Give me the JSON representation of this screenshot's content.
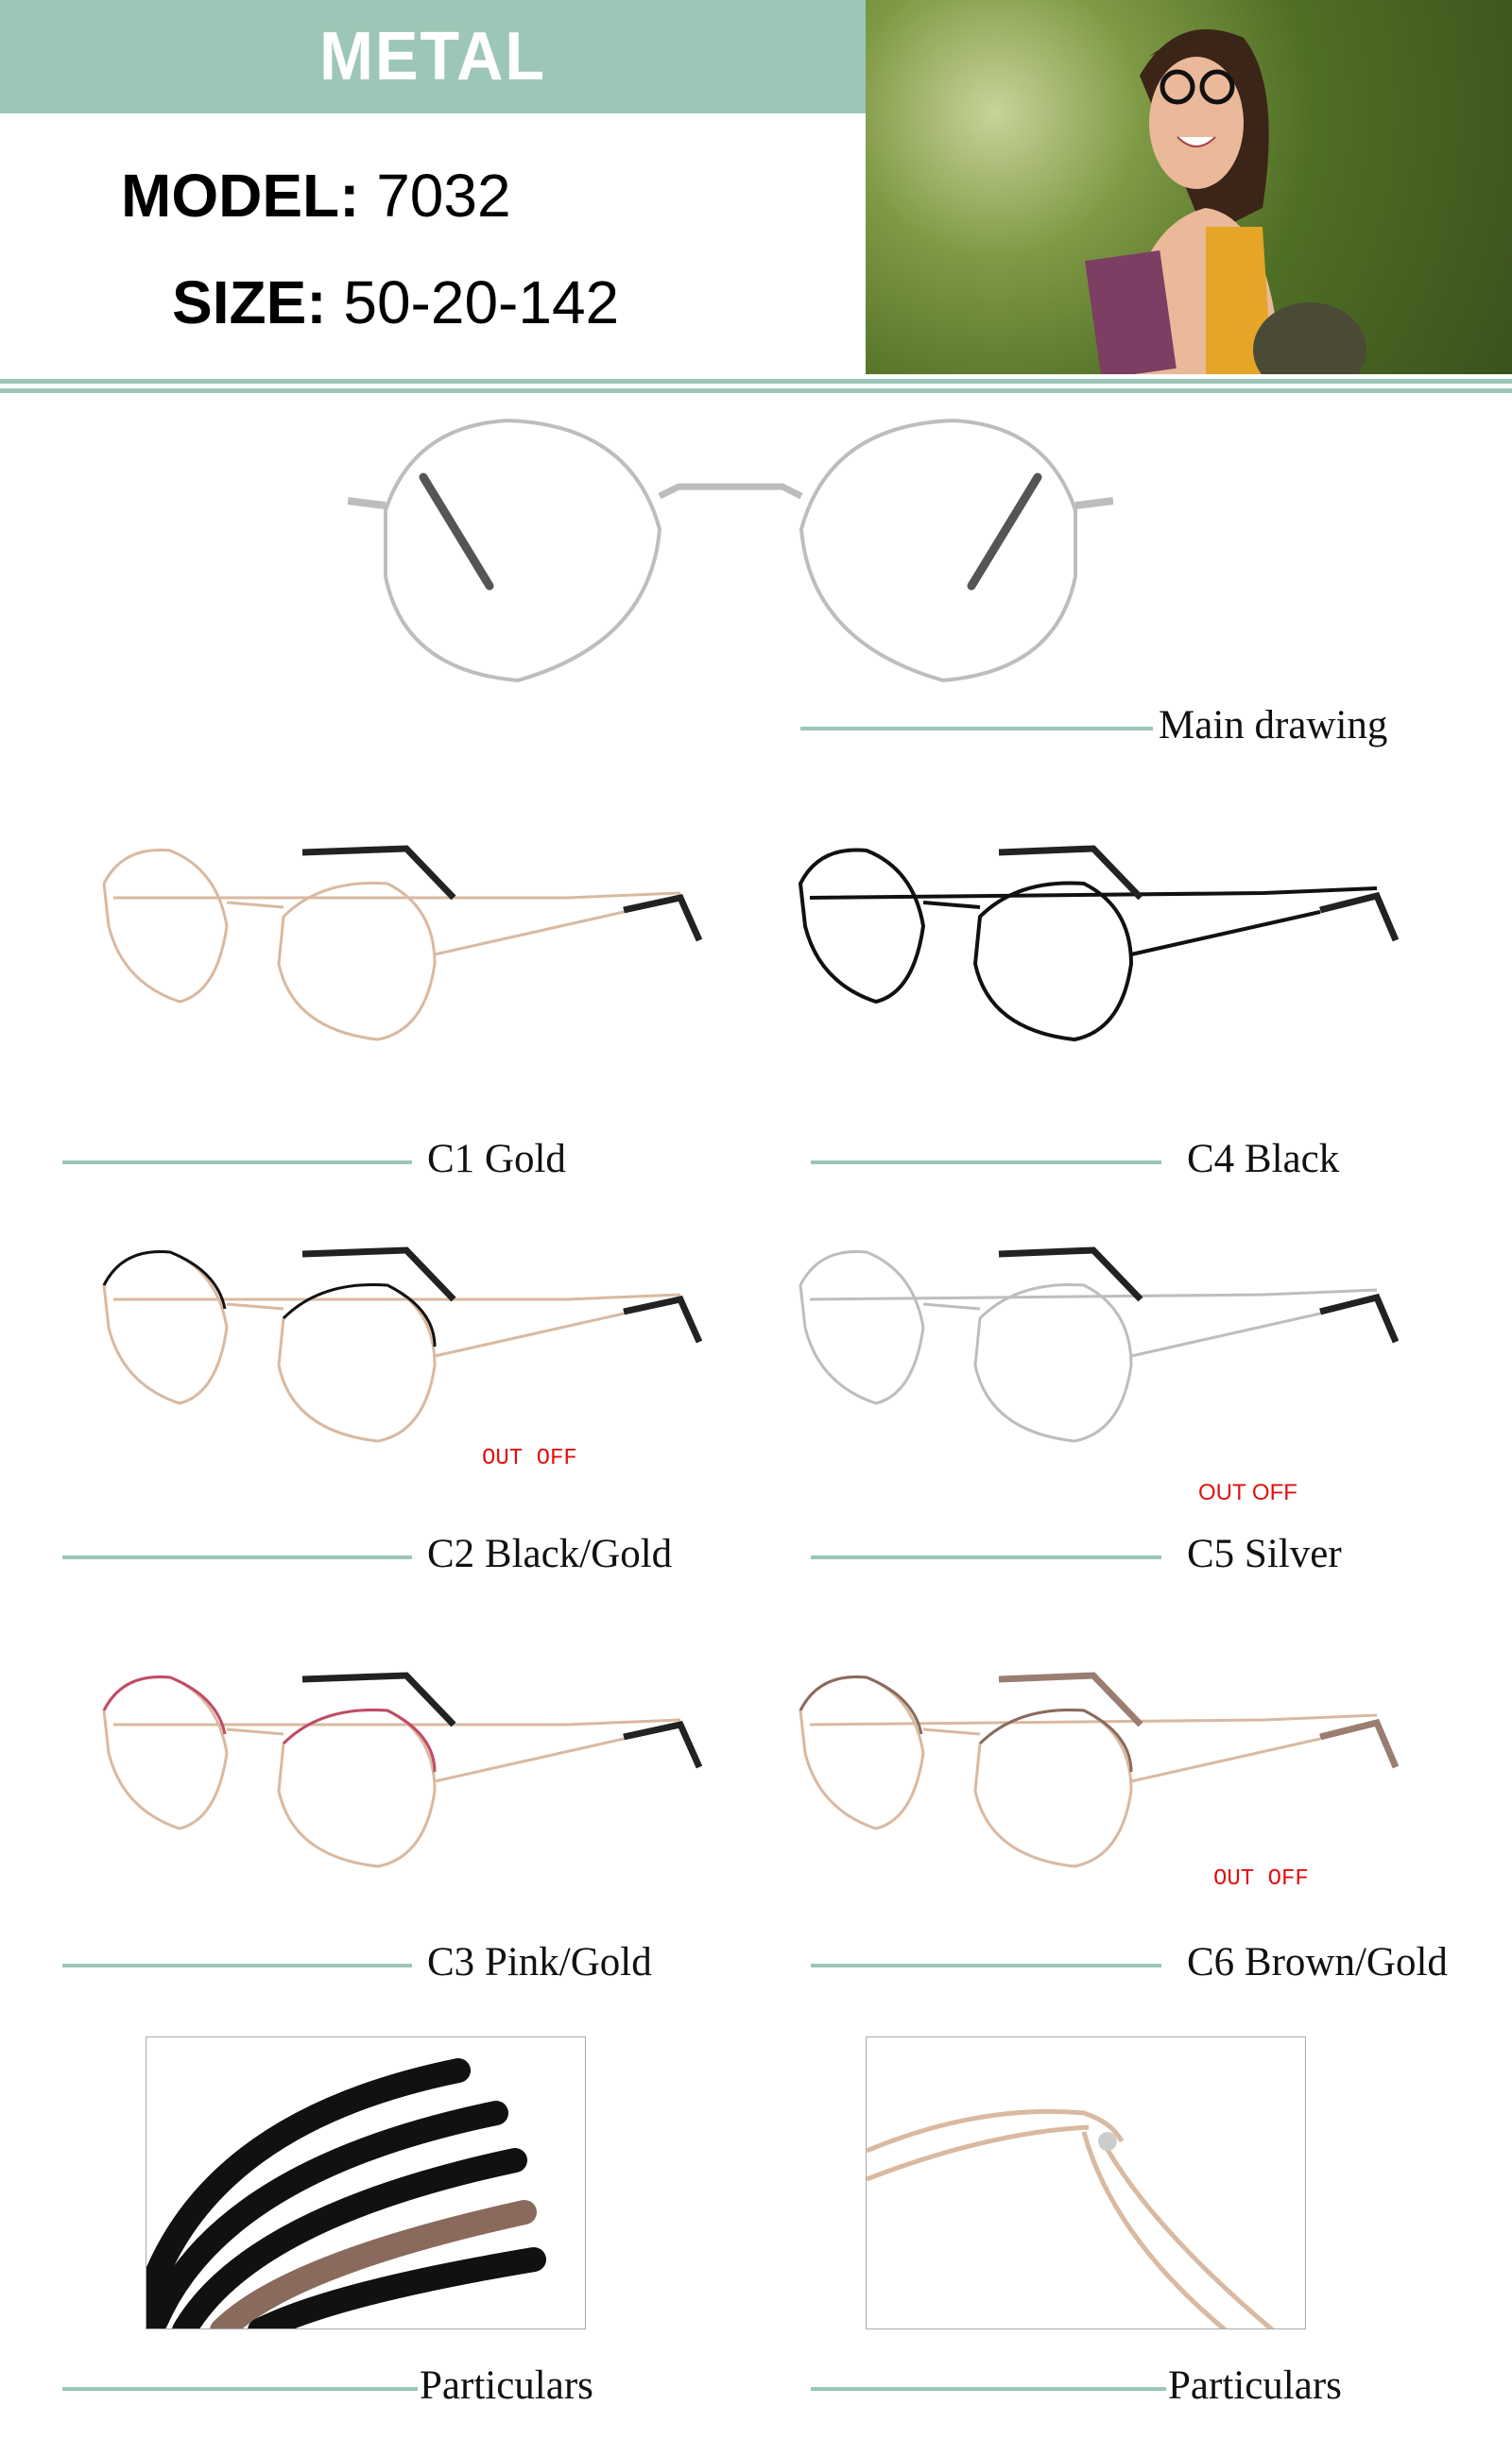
{
  "header": {
    "material": "METAL",
    "model_label": "MODEL:",
    "model_value": "7032",
    "size_label": "SIZE:",
    "size_value": "50-20-142"
  },
  "main": {
    "label": "Main drawing",
    "color": "#c0c0c0"
  },
  "variants": [
    {
      "label": "C1 Gold",
      "rim": "#d9b9a0",
      "tip": "#222"
    },
    {
      "label": "C4 Black",
      "rim": "#111",
      "tip": "#222"
    },
    {
      "label": "C2 Black/Gold",
      "rim": "#d9b9a0",
      "top": "#111",
      "tip": "#222",
      "status": "OUT OFF"
    },
    {
      "label": "C5 Silver",
      "rim": "#bdbdbd",
      "tip": "#222",
      "status": "OUT OFF"
    },
    {
      "label": "C3 Pink/Gold",
      "rim": "#d9b9a0",
      "top": "#c24a66",
      "tip": "#222"
    },
    {
      "label": "C6 Brown/Gold",
      "rim": "#d9b9a0",
      "top": "#8a6a5c",
      "tip": "#9b7d72",
      "status": "OUT OFF"
    }
  ],
  "particulars": [
    {
      "label": "Particulars"
    },
    {
      "label": "Particulars"
    }
  ],
  "colors": {
    "accent": "#9cc7b6",
    "status": "#e01010"
  }
}
